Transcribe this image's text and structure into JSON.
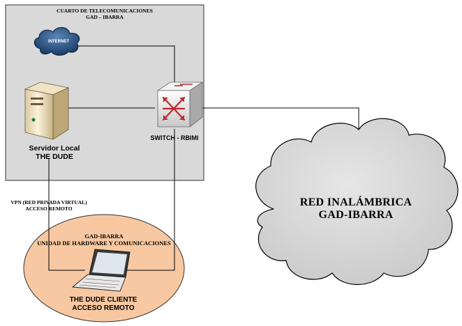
{
  "room": {
    "title_line1": "CUARTO DE TELECOMUNICACIONES",
    "title_line2": "GAD – IBARRA"
  },
  "internet": {
    "label": "INTERNET"
  },
  "server": {
    "label_line1": "Servidor Local",
    "label_line2": "THE DUDE"
  },
  "switch": {
    "label": "SWITCH - RBIMI"
  },
  "vpn": {
    "label_line1": "VPN (RED PRIVADA VIRTUAL)",
    "label_line2": "ACCESO REMOTO"
  },
  "unit": {
    "label_line1": "GAD-IBARRA",
    "label_line2": "UNIDAD DE HARDWARE Y COMUNICACIONES"
  },
  "client": {
    "label_line1": "THE DUDE CLIENTE",
    "label_line2": "ACCESO REMOTO"
  },
  "wireless": {
    "label_line1": "RED INALÁMBRICA",
    "label_line2": "GAD-IBARRA"
  },
  "colors": {
    "room_fill": "#d9d9d9",
    "ellipse_fill": "#f7c8a1",
    "cloud_fill": "#d6d6d6",
    "internet_cloud": "#1f4e79",
    "line": "#000000"
  }
}
